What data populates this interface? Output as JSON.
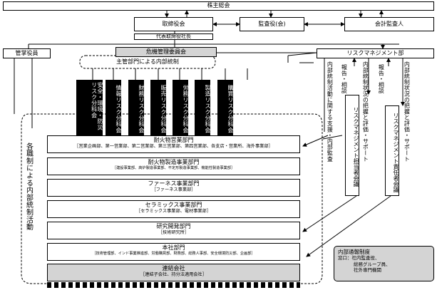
{
  "top": {
    "shareholders": "株主総会",
    "board": "取締役会",
    "auditors": "監査役(会)",
    "accounting_auditor": "会計監査人",
    "president": "代表取締役社長",
    "officers": "管掌役員",
    "crisis_committee": "危機管理委員会",
    "risk_dept": "リスクマネジメント部",
    "internal_control": "主管部門による内部統制"
  },
  "subcommittees": [
    "安全・環境・防災リスク分科会",
    "情報リスク分科会",
    "財務リスク分科会",
    "販売リスク分科会",
    "労務リスク分科会",
    "製造リスク分科会",
    "購買リスク分科会"
  ],
  "side": {
    "left_label": "各職制による内部統制活動",
    "audit_label": "内部統制活動に関する支援・内部監査",
    "report1": "報告・相談",
    "support1": "内部統制状況の把握と評価・サポート",
    "report2": "報告・相談",
    "support2": "内部統制状況の把握と評価・サポート",
    "risk_officer_meeting": "リスクマネジメント担当者会議",
    "risk_manager_meeting": "リスクマネジメント責任者会議"
  },
  "divisions": [
    {
      "name": "耐火物営業部門",
      "sub": "［営業企画部、第一営業部、第二営業部、第三営業部、第四営業部、各支店・営業所、海外事業部］"
    },
    {
      "name": "耐火物製造事業部門",
      "sub": "［建設事業部、高炉製造事業部、不定形製造事業部、機能性製造事業部］"
    },
    {
      "name": "ファーネス事業部門",
      "sub": "［ファーネス事業部］"
    },
    {
      "name": "セラミックス事業部門",
      "sub": "［セラミックス事業部、電材事業部］"
    },
    {
      "name": "研究開発部門",
      "sub": "［技術研究所］"
    },
    {
      "name": "本社部門",
      "sub": "［技術管理部、インド事業推進部、労働購買部、財務部、総務人事部、安全環境防災部、企画部］"
    },
    {
      "name": "連結会社",
      "sub": "［連結子会社、持分法適用会社］"
    }
  ],
  "note": {
    "title": "内部通報制度",
    "line1": "窓口：社内監査役、",
    "line2": "総務グループ員、",
    "line3": "社外専門機関"
  }
}
